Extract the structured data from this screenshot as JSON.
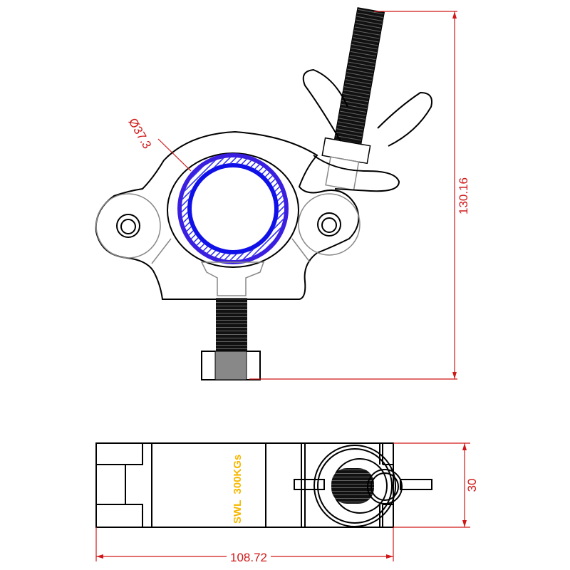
{
  "dimensions": {
    "tube_diameter": "Ø37.3",
    "height": "130.16",
    "width": "108.72",
    "depth": "30"
  },
  "marking": {
    "load_rating": "SWL  300KGs"
  },
  "colors": {
    "dimension": "#d01818",
    "tube": "#3a1fe0",
    "marking": "#f5b800",
    "outline": "#000000"
  }
}
